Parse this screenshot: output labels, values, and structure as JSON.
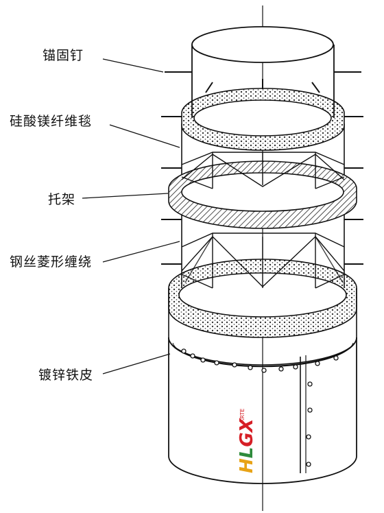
{
  "labels": {
    "anchor_nail": "锚固钉",
    "insulation_blanket": "硅酸镁纤维毯",
    "bracket": "托架",
    "wire_wrap": "钢丝菱形缠绕",
    "galvanized_sheet": "镀锌铁皮"
  },
  "logo": {
    "main": "HLGX",
    "small": "XRTE",
    "colors": {
      "h": "#e8a317",
      "l": "#2e8b3c",
      "g": "#d61f26",
      "x": "#d61f26"
    }
  },
  "colors": {
    "line": "#111111",
    "hatch": "#222222"
  }
}
